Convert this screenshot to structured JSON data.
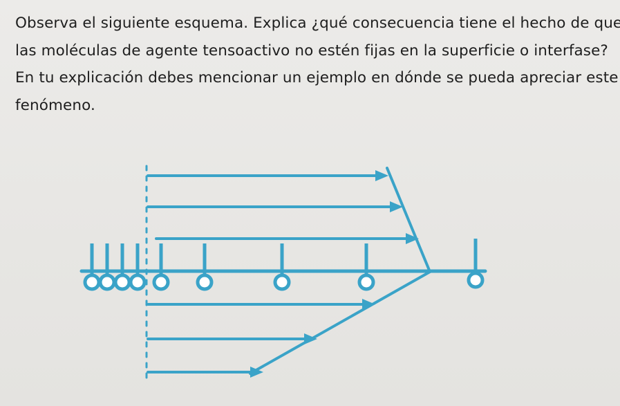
{
  "question": {
    "lines": [
      "Observa el siguiente esquema. Explica ¿qué consecuencia tiene el hecho de que",
      "las moléculas de agente tensoactivo no estén fijas en la superficie o interfase?",
      "En tu explicación debes mencionar un ejemplo en dónde se pueda apreciar este",
      "fenómeno."
    ]
  },
  "diagram": {
    "description_colors": {
      "arrow": "#3aa3c8",
      "surfactant": "#3aa3c8",
      "dash": "#3aa3c8"
    },
    "upper_velocity_arrows": 3,
    "lower_velocity_arrows": 3,
    "surfactant_molecules_left_cluster": 4,
    "surfactant_molecules_spread": 4
  }
}
